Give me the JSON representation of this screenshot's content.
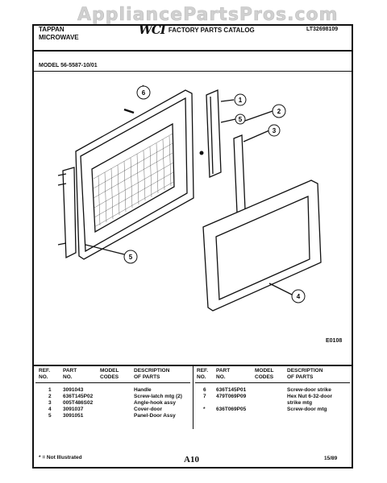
{
  "watermark": "AppliancePartsPros.com",
  "header": {
    "brand_line1": "TAPPAN",
    "brand_line2": "MICROWAVE",
    "logo_text": "WCI",
    "catalog_title": "FACTORY PARTS CATALOG",
    "catalog_number": "LT32698109"
  },
  "model": "MODEL 56-5587-10/01",
  "diagram": {
    "callouts": [
      "1",
      "2",
      "3",
      "4",
      "5",
      "6",
      "5"
    ],
    "code": "E0108"
  },
  "table": {
    "left_headers": {
      "ref": [
        "REF.",
        "NO."
      ],
      "part": [
        "PART",
        "NO."
      ],
      "model": [
        "MODEL",
        "CODES"
      ],
      "desc": [
        "DESCRIPTION",
        "OF PARTS"
      ]
    },
    "right_headers": {
      "ref": [
        "REF.",
        "NO."
      ],
      "part": [
        "PART",
        "NO."
      ],
      "model": [
        "MODEL",
        "CODES"
      ],
      "desc": [
        "DESCRIPTION",
        "OF PARTS"
      ]
    },
    "left_rows": [
      {
        "ref": "1",
        "part": "3091043",
        "desc": "Handle"
      },
      {
        "ref": "2",
        "part": "636T145P02",
        "desc": "Screw-latch mtg (2)"
      },
      {
        "ref": "3",
        "part": "005T486S02",
        "desc": "Angle-hook assy"
      },
      {
        "ref": "4",
        "part": "3091037",
        "desc": "Cover-door"
      },
      {
        "ref": "5",
        "part": "3091051",
        "desc": "Panel-Door Assy"
      }
    ],
    "right_rows": [
      {
        "ref": "6",
        "part": "636T145P01",
        "desc": "Screw-door strike"
      },
      {
        "ref": "7",
        "part": "479T069P09",
        "desc": "Hex Nut 6-32-door"
      },
      {
        "ref": "",
        "part": "",
        "desc": "strike mtg"
      },
      {
        "ref": "*",
        "part": "636T069P05",
        "desc": "Screw-door mtg"
      }
    ]
  },
  "footer": {
    "note": "* = Not Illustrated",
    "page": "A10",
    "date": "15/89"
  }
}
